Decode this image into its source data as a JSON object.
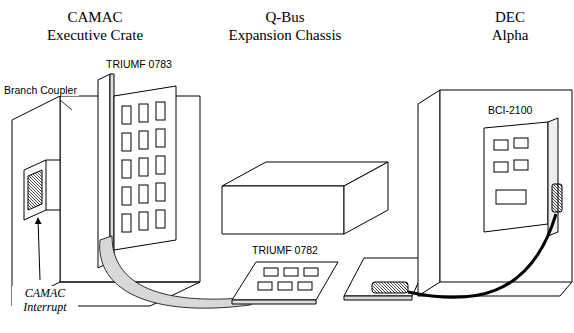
{
  "diagram": {
    "labels": [
      "CAMAC Executive Crate",
      "Q-Bus Expansion Chassis",
      "DEC Alpha",
      "TRIUMF 0783",
      "Branch Coupler",
      "BCI-2100",
      "TRIUMF 0782",
      "CAMAC Interrupt"
    ]
  }
}
